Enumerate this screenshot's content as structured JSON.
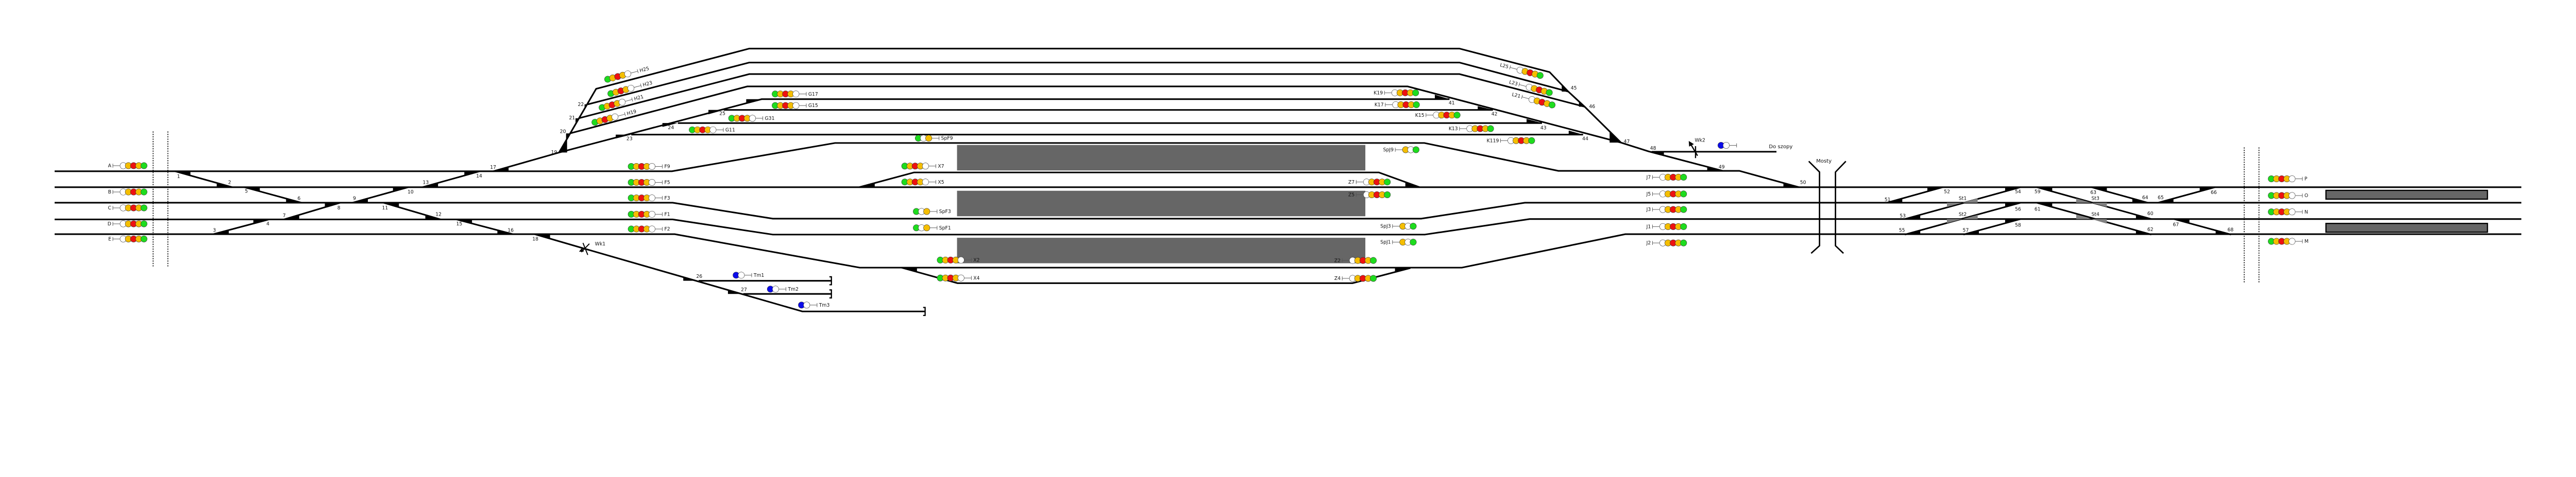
{
  "diagram": {
    "labels": {
      "mosty": "Mosty",
      "do_szopy": "Do szopy",
      "wk1": "Wk1",
      "wk2": "Wk2"
    },
    "lamp_colors": {
      "green": "#1edc1e",
      "yellow": "#f5be00",
      "red": "#ee1111",
      "white": "#ffffff",
      "blue": "#0b0bea"
    },
    "track_color": "#000000",
    "platform_color": "#666666",
    "slip_color": "#808080"
  },
  "switches": [
    "1",
    "2",
    "3",
    "4",
    "5",
    "6",
    "7",
    "8",
    "9",
    "10",
    "11",
    "12",
    "13",
    "14",
    "15",
    "16",
    "17",
    "18",
    "19",
    "20",
    "21",
    "22",
    "23",
    "24",
    "25",
    "26",
    "27",
    "41",
    "42",
    "43",
    "44",
    "45",
    "46",
    "47",
    "48",
    "49",
    "50",
    "51",
    "52",
    "53",
    "54",
    "55",
    "56",
    "57",
    "58",
    "59",
    "60",
    "61",
    "62",
    "63",
    "64",
    "65",
    "66",
    "67",
    "68",
    "St1",
    "St2",
    "St3",
    "St4"
  ],
  "signals": {
    "A": {
      "label": "A",
      "lamps": [
        "white",
        "yellow",
        "red",
        "yellow",
        "green"
      ]
    },
    "B": {
      "label": "B",
      "lamps": [
        "white",
        "yellow",
        "red",
        "yellow",
        "green"
      ]
    },
    "C": {
      "label": "C",
      "lamps": [
        "white",
        "yellow",
        "red",
        "yellow",
        "green"
      ]
    },
    "D": {
      "label": "D",
      "lamps": [
        "white",
        "yellow",
        "red",
        "yellow",
        "green"
      ]
    },
    "E": {
      "label": "E",
      "lamps": [
        "white",
        "yellow",
        "red",
        "yellow",
        "green"
      ]
    },
    "H25": {
      "label": "H25",
      "lamps": [
        "green",
        "yellow",
        "red",
        "yellow",
        "white"
      ]
    },
    "H23": {
      "label": "H23",
      "lamps": [
        "green",
        "yellow",
        "red",
        "yellow",
        "white"
      ]
    },
    "H21": {
      "label": "H21",
      "lamps": [
        "green",
        "yellow",
        "red",
        "yellow",
        "white"
      ]
    },
    "H19": {
      "label": "H19",
      "lamps": [
        "green",
        "yellow",
        "red",
        "yellow",
        "white"
      ]
    },
    "G17": {
      "label": "G17",
      "lamps": [
        "green",
        "yellow",
        "red",
        "yellow",
        "white"
      ]
    },
    "G15": {
      "label": "G15",
      "lamps": [
        "green",
        "yellow",
        "red",
        "yellow",
        "white"
      ]
    },
    "G31": {
      "label": "G31",
      "lamps": [
        "green",
        "yellow",
        "red",
        "yellow",
        "white"
      ]
    },
    "G11": {
      "label": "G11",
      "lamps": [
        "green",
        "yellow",
        "red",
        "yellow",
        "white"
      ]
    },
    "SpF9": {
      "label": "SpF9",
      "lamps": [
        "green",
        "white",
        "yellow"
      ]
    },
    "F9": {
      "label": "F9",
      "lamps": [
        "green",
        "yellow",
        "red",
        "yellow",
        "white"
      ]
    },
    "F5": {
      "label": "F5",
      "lamps": [
        "green",
        "yellow",
        "red",
        "yellow",
        "white"
      ]
    },
    "F3": {
      "label": "F3",
      "lamps": [
        "green",
        "yellow",
        "red",
        "yellow",
        "white"
      ]
    },
    "F1": {
      "label": "F1",
      "lamps": [
        "green",
        "yellow",
        "red",
        "yellow",
        "white"
      ]
    },
    "F2": {
      "label": "F2",
      "lamps": [
        "green",
        "yellow",
        "red",
        "yellow",
        "white"
      ]
    },
    "X7": {
      "label": "X7",
      "lamps": [
        "green",
        "yellow",
        "red",
        "yellow",
        "white"
      ]
    },
    "X5": {
      "label": "X5",
      "lamps": [
        "green",
        "yellow",
        "red",
        "yellow",
        "white"
      ]
    },
    "SpF3": {
      "label": "SpF3",
      "lamps": [
        "green",
        "white",
        "yellow"
      ]
    },
    "SpF1": {
      "label": "SpF1",
      "lamps": [
        "green",
        "white",
        "yellow"
      ]
    },
    "X2": {
      "label": "X2",
      "lamps": [
        "green",
        "yellow",
        "red",
        "yellow",
        "white"
      ]
    },
    "X4": {
      "label": "X4",
      "lamps": [
        "green",
        "yellow",
        "red",
        "yellow",
        "white"
      ]
    },
    "Tm1": {
      "label": "Tm1",
      "lamps": [
        "blue",
        "white"
      ]
    },
    "Tm2": {
      "label": "Tm2",
      "lamps": [
        "blue",
        "white"
      ]
    },
    "Tm3": {
      "label": "Tm3",
      "lamps": [
        "blue",
        "white"
      ]
    },
    "K19": {
      "label": "K19",
      "lamps": [
        "white",
        "yellow",
        "red",
        "yellow",
        "green"
      ]
    },
    "K17": {
      "label": "K17",
      "lamps": [
        "white",
        "yellow",
        "red",
        "yellow",
        "green"
      ]
    },
    "K15": {
      "label": "K15",
      "lamps": [
        "white",
        "yellow",
        "red",
        "yellow",
        "green"
      ]
    },
    "K13": {
      "label": "K13",
      "lamps": [
        "white",
        "yellow",
        "red",
        "yellow",
        "green"
      ]
    },
    "K119": {
      "label": "K119",
      "lamps": [
        "white",
        "yellow",
        "red",
        "yellow",
        "green"
      ]
    },
    "L25": {
      "label": "L25",
      "lamps": [
        "white",
        "yellow",
        "red",
        "yellow",
        "green"
      ]
    },
    "L23": {
      "label": "L23",
      "lamps": [
        "white",
        "yellow",
        "red",
        "yellow",
        "green"
      ]
    },
    "L21": {
      "label": "L21",
      "lamps": [
        "white",
        "yellow",
        "red",
        "yellow",
        "green"
      ]
    },
    "SpJ9": {
      "label": "SpJ9",
      "lamps": [
        "yellow",
        "white",
        "green"
      ]
    },
    "SpJ3": {
      "label": "SpJ3",
      "lamps": [
        "yellow",
        "white",
        "green"
      ]
    },
    "SpJ1": {
      "label": "SpJ1",
      "lamps": [
        "yellow",
        "white",
        "green"
      ]
    },
    "Z7": {
      "label": "Z7",
      "lamps": [
        "white",
        "yellow",
        "red",
        "yellow",
        "green"
      ]
    },
    "Z5": {
      "label": "Z5",
      "lamps": [
        "white",
        "yellow",
        "red",
        "yellow",
        "green"
      ]
    },
    "Z2": {
      "label": "Z2",
      "lamps": [
        "white",
        "yellow",
        "red",
        "yellow",
        "green"
      ]
    },
    "Z4": {
      "label": "Z4",
      "lamps": [
        "white",
        "yellow",
        "red",
        "yellow",
        "green"
      ]
    },
    "J7": {
      "label": "J7",
      "lamps": [
        "white",
        "yellow",
        "red",
        "yellow",
        "green"
      ]
    },
    "J5": {
      "label": "J5",
      "lamps": [
        "white",
        "yellow",
        "red",
        "yellow",
        "green"
      ]
    },
    "J3": {
      "label": "J3",
      "lamps": [
        "white",
        "yellow",
        "red",
        "yellow",
        "green"
      ]
    },
    "J1": {
      "label": "J1",
      "lamps": [
        "white",
        "yellow",
        "red",
        "yellow",
        "green"
      ]
    },
    "J2": {
      "label": "J2",
      "lamps": [
        "white",
        "yellow",
        "red",
        "yellow",
        "green"
      ]
    },
    "Wk2sig": {
      "lamps": [
        "blue",
        "white"
      ]
    },
    "P": {
      "label": "P",
      "lamps": [
        "green",
        "yellow",
        "red",
        "yellow",
        "white"
      ]
    },
    "O": {
      "label": "O",
      "lamps": [
        "green",
        "yellow",
        "red",
        "yellow",
        "white"
      ]
    },
    "N": {
      "label": "N",
      "lamps": [
        "green",
        "yellow",
        "red",
        "yellow",
        "white"
      ]
    },
    "M": {
      "label": "M",
      "lamps": [
        "green",
        "yellow",
        "red",
        "yellow",
        "white"
      ]
    }
  }
}
